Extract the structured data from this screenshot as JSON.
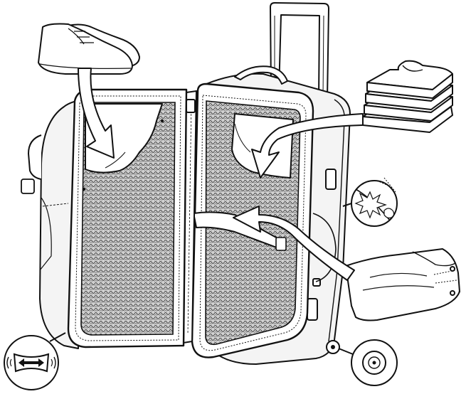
{
  "diagram": {
    "subject": "open-rolling-suitcase-packing-illustration",
    "colors": {
      "line": "#111111",
      "paper": "#ffffff",
      "mesh_bg": "#cfcfcf",
      "mesh_line": "#2a2a2a",
      "side_shade": "#f4f4f4"
    },
    "items": [
      {
        "name": "shoes-item",
        "destination": "left-lid-pocket"
      },
      {
        "name": "folded-shirts-item",
        "destination": "right-shell-pocket"
      },
      {
        "name": "folded-jeans-item",
        "destination": "right-shell-strap"
      },
      {
        "name": "impact-detail-callout",
        "destination": "corner-shell"
      },
      {
        "name": "wheel-detail-callout",
        "destination": "bottom-wheel"
      },
      {
        "name": "compression-detail-callout",
        "destination": "bottom-left-corner"
      }
    ]
  }
}
